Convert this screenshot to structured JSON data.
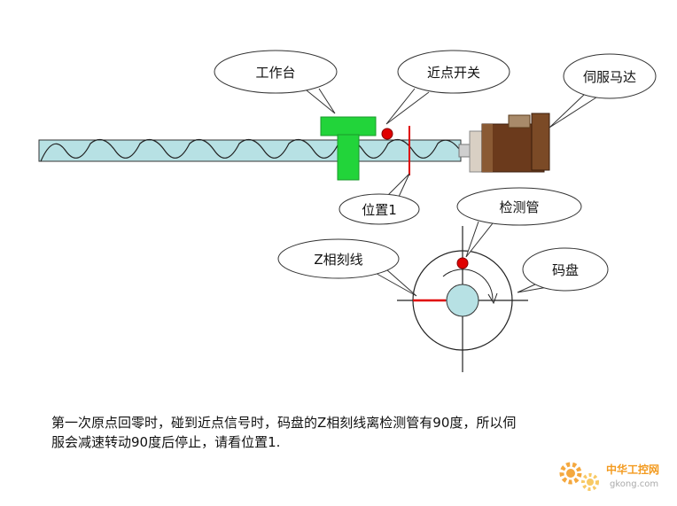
{
  "labels": {
    "worktable": "工作台",
    "near_switch": "近点开关",
    "servo_motor": "伺服马达",
    "position1": "位置1",
    "detector": "检测管",
    "z_phase_line": "Z相刻线",
    "encoder_disc": "码盘"
  },
  "caption": {
    "line1": "第一次原点回零时，碰到近点信号时，码盘的Z相刻线离检测管有90度，所以伺",
    "line2": "服会减速转动90度后停止，请看位置1."
  },
  "watermark": {
    "brand": "中华工控网",
    "domain": "gkong.com"
  },
  "colors": {
    "screw_fill": "#b7e1e4",
    "worktable_green": "#22d43a",
    "marker_red": "#e00000",
    "hub_fill": "#b7e1e4",
    "motor_body": "#6b3a1c",
    "watermark_orange": "#f39a1e"
  }
}
